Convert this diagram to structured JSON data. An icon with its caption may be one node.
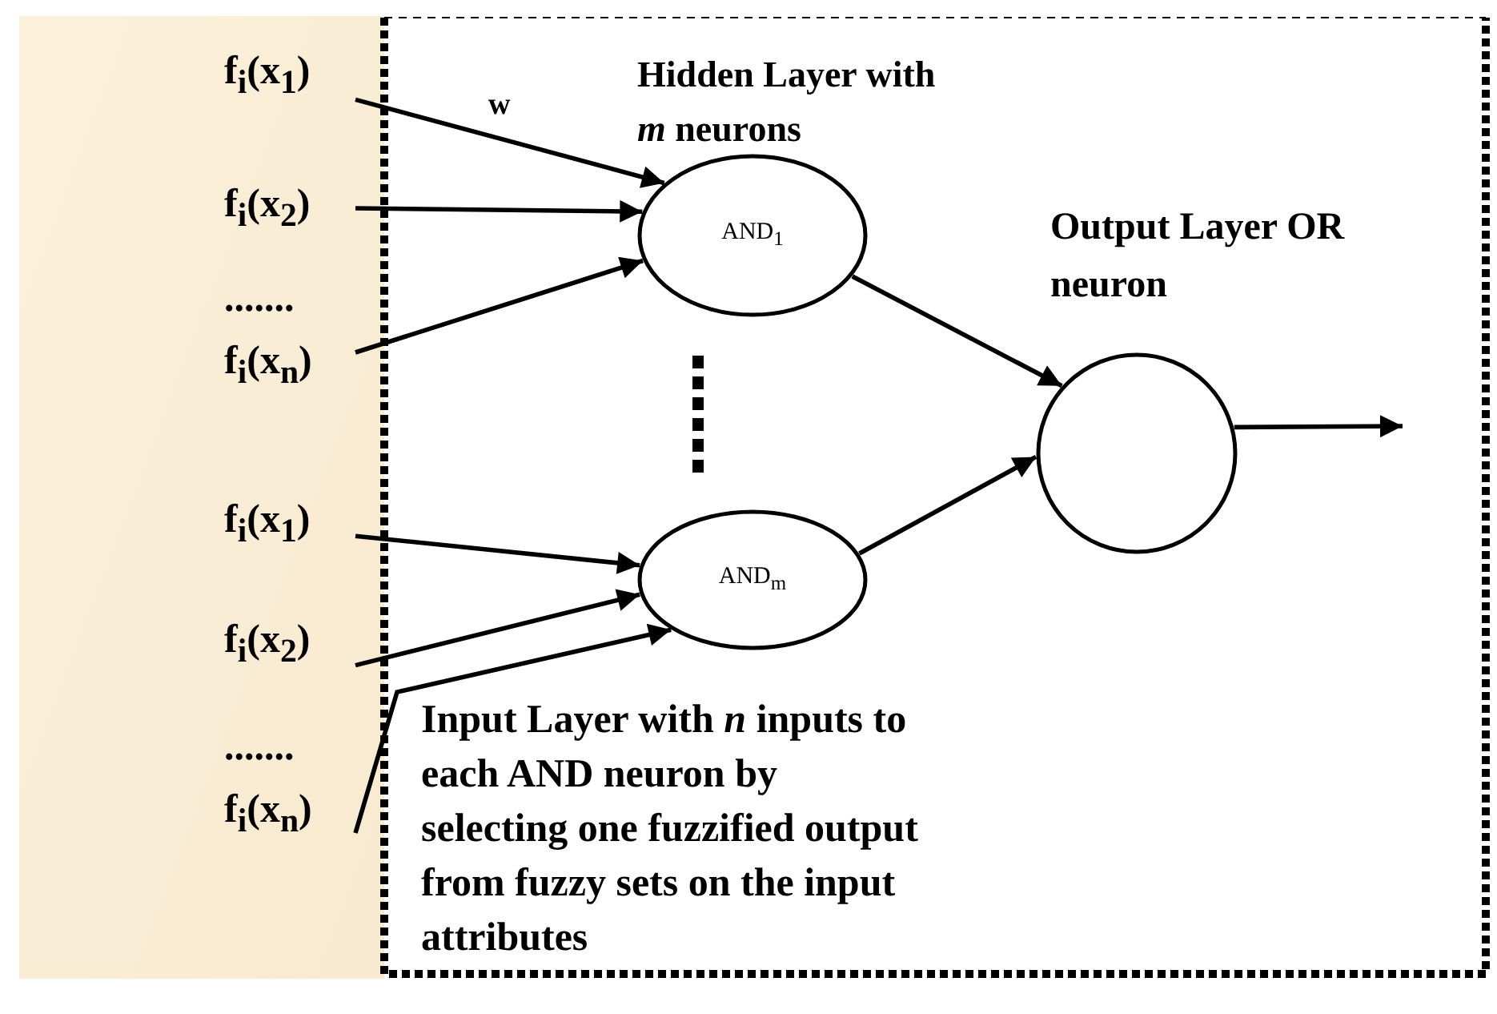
{
  "diagram": {
    "nodes": [
      {
        "text": [
          "f$_{i}$(x$_{1}$)"
        ]
      },
      {
        "text": [
          "f$_{i}$(x$_{2}$)"
        ]
      },
      {
        "text": [
          "f$_{i}$(x$_{n}$)"
        ]
      },
      {
        "text": [
          "f$_{i}$(x$_{1}$)"
        ]
      },
      {
        "text": [
          "f$_{i}$(x$_{2}$)"
        ]
      },
      {
        "text": [
          "f$_{i}$(x$_{n}$)"
        ]
      },
      {
        "text": [
          "AND$_{1}$"
        ]
      },
      {
        "text": [
          "AND$_{m}$"
        ]
      },
      {
        "text": [],
        "shape": "circle",
        "beside": [
          "Output Layer OR neuron"
        ]
      }
    ],
    "edges": [
      {
        "from": 0,
        "to": 6,
        "arrow": "to",
        "label": "w"
      },
      {
        "from": 1,
        "to": 6,
        "arrow": "to"
      },
      {
        "from": 2,
        "to": 6,
        "arrow": "to"
      },
      {
        "from": 3,
        "to": 7,
        "arrow": "to"
      },
      {
        "from": 4,
        "to": 7,
        "arrow": "to"
      },
      {
        "from": 5,
        "to": 7,
        "arrow": "to"
      },
      {
        "from": 6,
        "to": 8,
        "arrow": "to"
      },
      {
        "from": 7,
        "to": 8,
        "arrow": "to"
      },
      {
        "from": 8,
        "to": null,
        "arrow": "to"
      }
    ],
    "labels": [
      "Hidden Layer with *m* neurons",
      ".......",
      ".......",
      "Input Layer with *n* inputs to each AND neuron by selecting one fuzzified output from fuzzy sets on the input attributes"
    ]
  }
}
